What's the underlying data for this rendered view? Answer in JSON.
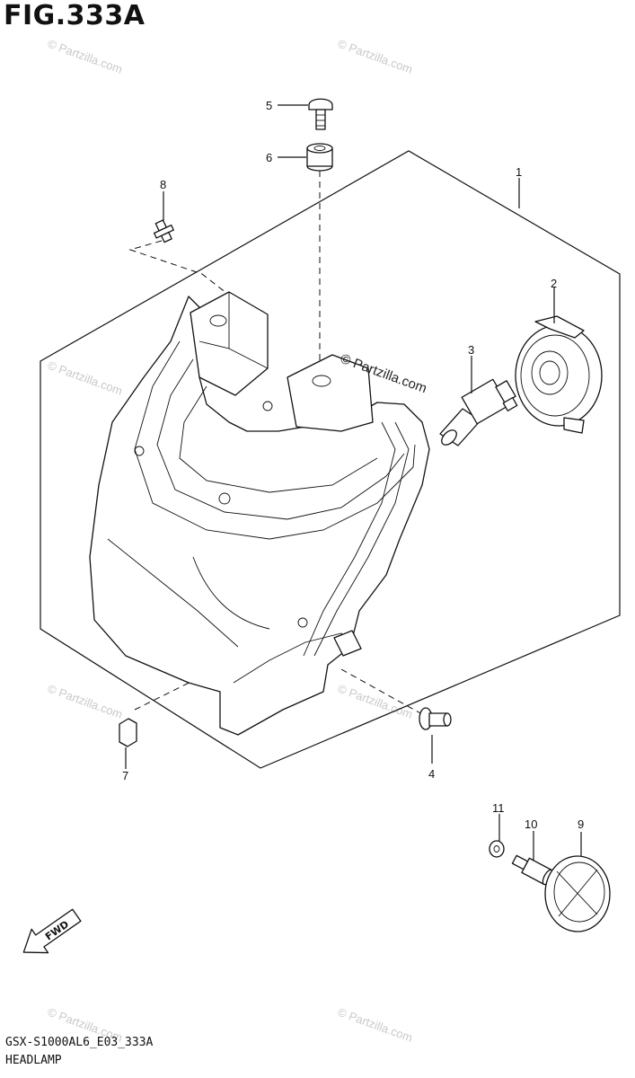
{
  "figure": {
    "title": "FIG.333A",
    "code": "GSX-S1000AL6_E03_333A",
    "name": "HEADLAMP"
  },
  "callouts": [
    "1",
    "2",
    "3",
    "4",
    "5",
    "6",
    "7",
    "8",
    "9",
    "10",
    "11"
  ],
  "direction_arrow": {
    "label": "FWD"
  },
  "watermarks": {
    "faint": "© Partzilla.com",
    "strong": "© Partzilla.com"
  }
}
